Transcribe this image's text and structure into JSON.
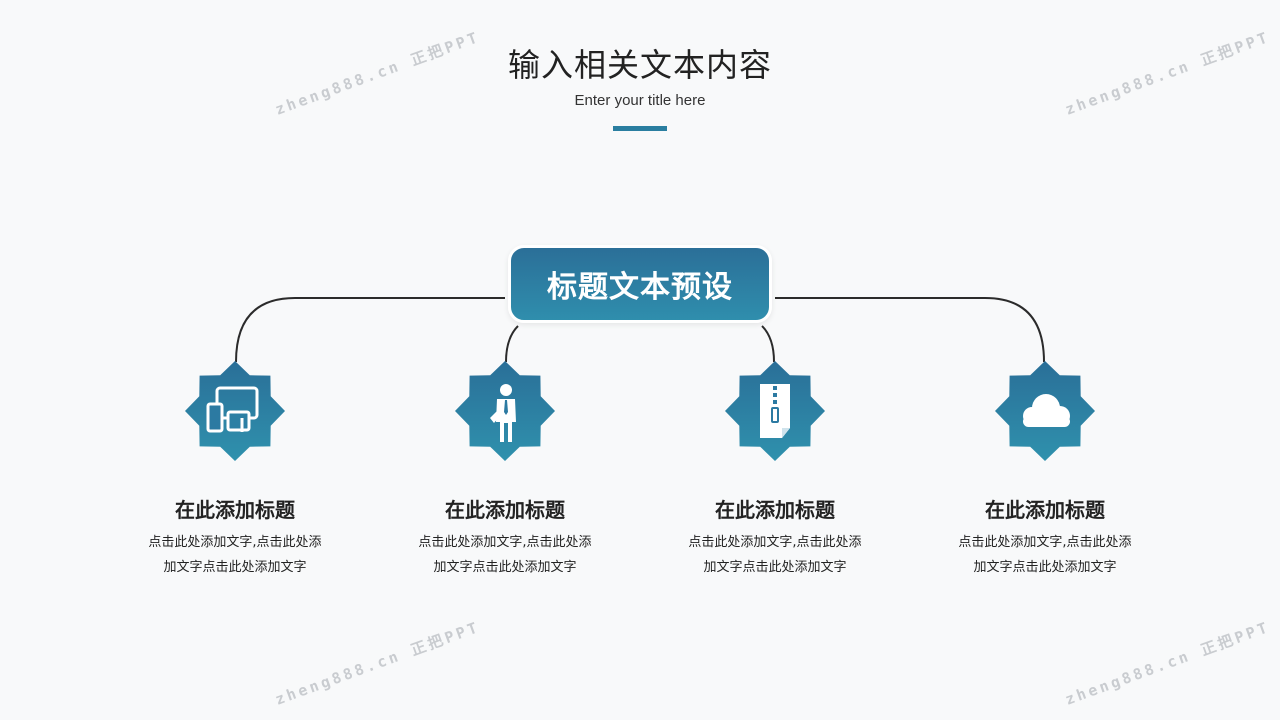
{
  "header": {
    "title": "输入相关文本内容",
    "subtitle": "Enter your title here"
  },
  "center": {
    "label": "标题文本预设"
  },
  "items": [
    {
      "icon": "devices-icon",
      "title": "在此添加标题",
      "desc_line1": "点击此处添加文字,点击此处添",
      "desc_line2": "加文字点击此处添加文字"
    },
    {
      "icon": "businessman-icon",
      "title": "在此添加标题",
      "desc_line1": "点击此处添加文字,点击此处添",
      "desc_line2": "加文字点击此处添加文字"
    },
    {
      "icon": "zip-file-icon",
      "title": "在此添加标题",
      "desc_line1": "点击此处添加文字,点击此处添",
      "desc_line2": "加文字点击此处添加文字"
    },
    {
      "icon": "cloud-icon",
      "title": "在此添加标题",
      "desc_line1": "点击此处添加文字,点击此处添",
      "desc_line2": "加文字点击此处添加文字"
    }
  ],
  "watermark": "zheng888.cn 正把PPT",
  "colors": {
    "accent": "#2a7ea0",
    "badge_top": "#2a6f98",
    "badge_bottom": "#2f91ad",
    "background": "#f8f9fa"
  }
}
